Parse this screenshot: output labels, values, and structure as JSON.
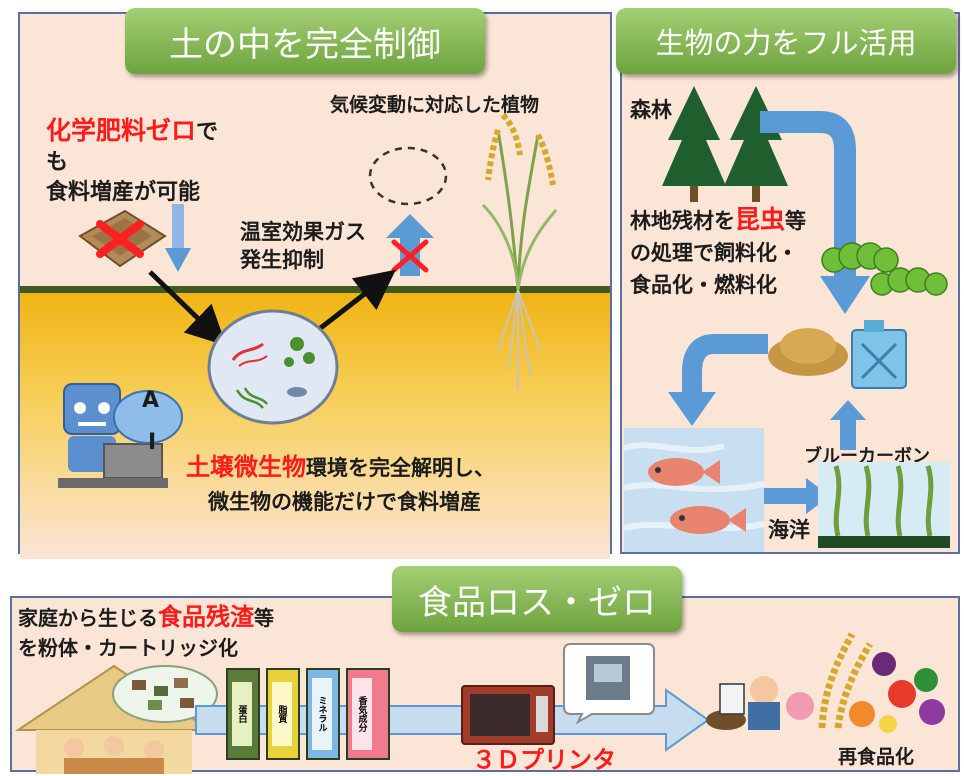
{
  "soil_panel": {
    "title": "土の中を完全制御",
    "fertilizer_highlight": "化学肥料ゼロ",
    "fertilizer_rest": "で",
    "fertilizer_line2": "も",
    "fertilizer_line3": "食料増産が可能",
    "climate_label": "気候変動に対応した植物",
    "ghg_line1": "温室効果ガス",
    "ghg_line2": "発生抑制",
    "ai_letter_1": "A",
    "ai_letter_2": "I",
    "microbe_highlight": "土壌微生物",
    "microbe_rest": "環境を完全解明し、",
    "microbe_line2": "微生物の機能だけで食料増産"
  },
  "bio_panel": {
    "title": "生物の力をフル活用",
    "forest_label": "森林",
    "insect_pre": "林地残材を",
    "insect_highlight": "昆虫",
    "insect_post": "等",
    "process_line2": "の処理で飼料化・",
    "process_line3": "食品化・燃料化",
    "blue_carbon_label": "ブルーカーボン",
    "ocean_label": "海洋"
  },
  "food_loss_panel": {
    "title": "食品ロス・ゼロ",
    "residue_pre": "家庭から生じる",
    "residue_highlight": "食品残渣",
    "residue_post": "等",
    "residue_line2": "を粉体・カートリッジ化",
    "cartridges": [
      "蛋白",
      "脂質",
      "ミネラル",
      "香気成分"
    ],
    "printer_label": "３Ｄプリンタ",
    "reuse_label": "再食品化"
  },
  "colors": {
    "badge_green": "#77ad45",
    "highlight_red": "#ff1a1a",
    "panel_fill": "#fbe5d6",
    "soil_gold": "#f0b414",
    "arrow_blue": "#5b9bd5"
  }
}
